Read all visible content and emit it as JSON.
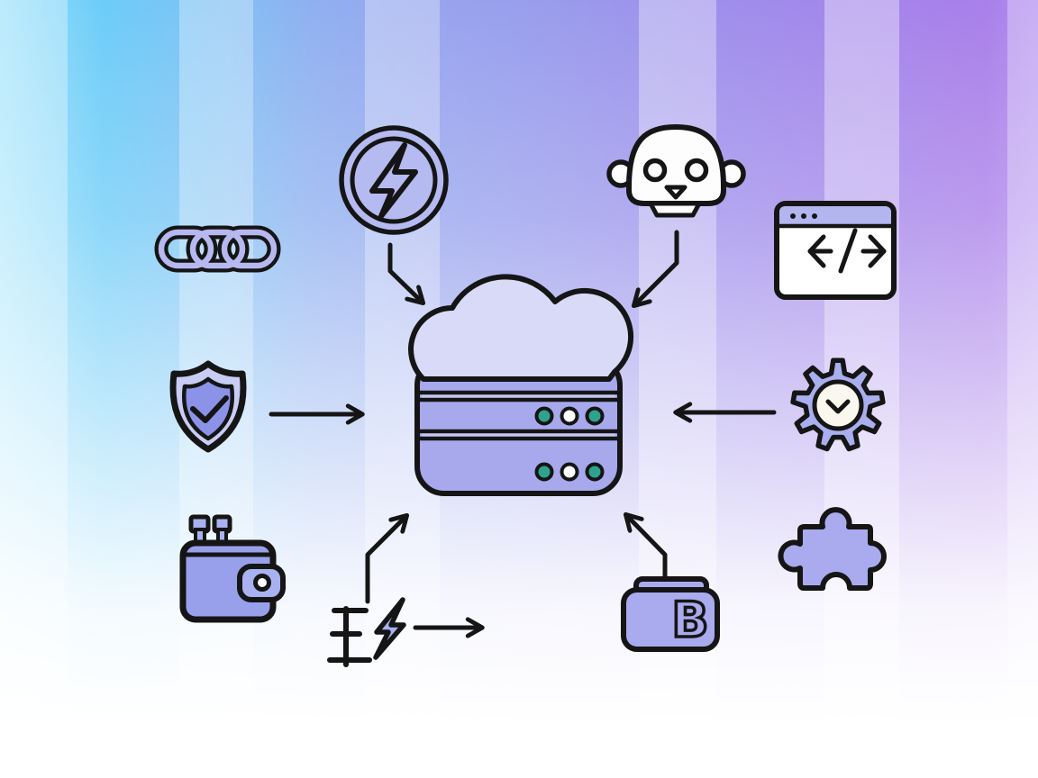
{
  "diagram": {
    "center": {
      "id": "cloud-server",
      "icon": "cloud-server-icon",
      "server_rows": 2,
      "row_dot_colors": [
        "teal",
        "white",
        "teal"
      ]
    },
    "nodes": [
      {
        "id": "blockchain",
        "icon": "chain-link-icon",
        "position": "top-left"
      },
      {
        "id": "energy",
        "icon": "lightning-circle-icon",
        "position": "top"
      },
      {
        "id": "ai-bot",
        "icon": "robot-icon",
        "position": "top-right"
      },
      {
        "id": "code",
        "icon": "code-window-icon",
        "position": "right-upper"
      },
      {
        "id": "security",
        "icon": "shield-check-icon",
        "position": "left"
      },
      {
        "id": "settings",
        "icon": "gear-icon",
        "position": "right"
      },
      {
        "id": "wallet",
        "icon": "wallet-icon",
        "position": "bottom-left"
      },
      {
        "id": "power",
        "icon": "power-lines-bolt-icon",
        "position": "bottom-center-left"
      },
      {
        "id": "bridge",
        "icon": "b-box-icon",
        "label": "B",
        "position": "bottom-right"
      },
      {
        "id": "plugin",
        "icon": "puzzle-piece-icon",
        "position": "right-lower"
      }
    ],
    "arrows": [
      {
        "id": "arrow-energy-to-cloud",
        "from": "energy",
        "to": "cloud-server",
        "shape": "elbow-down-right"
      },
      {
        "id": "arrow-bot-to-cloud",
        "from": "ai-bot",
        "to": "cloud-server",
        "shape": "elbow-down-left"
      },
      {
        "id": "arrow-shield-to-cloud",
        "from": "security",
        "to": "cloud-server",
        "shape": "straight-right"
      },
      {
        "id": "arrow-gear-to-cloud",
        "from": "settings",
        "to": "cloud-server",
        "shape": "straight-left"
      },
      {
        "id": "arrow-power-to-cloud",
        "from": "power",
        "to": "cloud-server",
        "shape": "elbow-up-right"
      },
      {
        "id": "arrow-bridge-to-cloud",
        "from": "bridge",
        "to": "cloud-server",
        "shape": "elbow-up-left"
      },
      {
        "id": "arrow-power-right",
        "from": "power",
        "to": "bridge",
        "shape": "straight-right"
      }
    ],
    "colors": {
      "outline": "#151515",
      "cloud_fill": "#d8daf7",
      "server_fill": "#a7a9ec",
      "server_band_fill": "#c6c7f3",
      "dot_teal": "#2fa28d",
      "dot_white": "#fcfcfc",
      "icon_periwinkle": "#a9abee",
      "icon_light_lavender": "#c9cdf4",
      "shield_inner": "#8b93e9",
      "window_header": "#b3b5ef",
      "gear_center": "#faf7ee",
      "wallet_fill": "#99a0eb",
      "wallet_clasp": "#a9b2f1",
      "chain_band": "#b6b8ef",
      "badge_fill": "#b5baf1",
      "robot_fill": "#fdfdfe",
      "bg_left": "#6cccf8",
      "bg_right": "#a97fe9"
    }
  }
}
